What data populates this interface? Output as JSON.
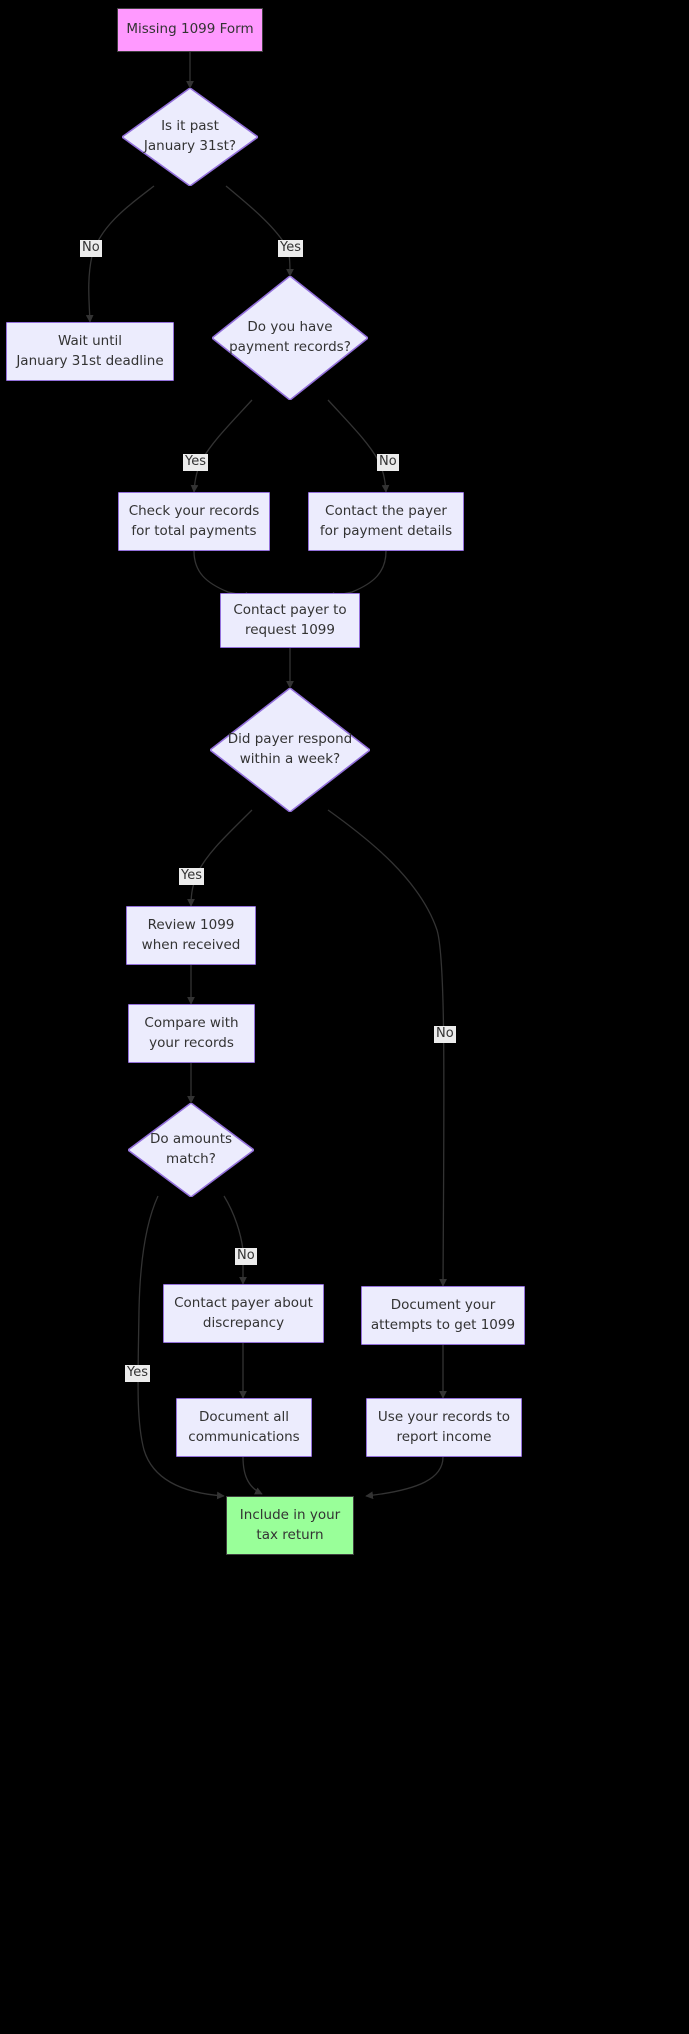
{
  "diagram": {
    "title": "Missing 1099 Form decision flowchart",
    "background": "#000000",
    "colors": {
      "start_fill": "#ff99ff",
      "end_fill": "#99ff99",
      "process_fill": "#ececfd",
      "process_stroke": "#9370db",
      "edge_stroke": "#333333",
      "edge_label_bg": "#ececec",
      "text": "#333333"
    },
    "nodes": [
      {
        "id": "start",
        "type": "start",
        "label": "Missing 1099 Form"
      },
      {
        "id": "past_jan31",
        "type": "decision",
        "label": "Is it past\nJanuary 31st?"
      },
      {
        "id": "wait",
        "type": "process",
        "label": "Wait until\nJanuary 31st deadline"
      },
      {
        "id": "have_records",
        "type": "decision",
        "label": "Do you have\npayment records?"
      },
      {
        "id": "check_records",
        "type": "process",
        "label": "Check your records\nfor total payments"
      },
      {
        "id": "contact_payer_details",
        "type": "process",
        "label": "Contact the payer\nfor payment details"
      },
      {
        "id": "request_1099",
        "type": "process",
        "label": "Contact payer to\nrequest 1099"
      },
      {
        "id": "payer_respond",
        "type": "decision",
        "label": "Did payer respond\nwithin a week?"
      },
      {
        "id": "review_1099",
        "type": "process",
        "label": "Review 1099\nwhen received"
      },
      {
        "id": "compare",
        "type": "process",
        "label": "Compare with\nyour records"
      },
      {
        "id": "amounts_match",
        "type": "decision",
        "label": "Do amounts\nmatch?"
      },
      {
        "id": "contact_discrepancy",
        "type": "process",
        "label": "Contact payer about\ndiscrepancy"
      },
      {
        "id": "document_attempts",
        "type": "process",
        "label": "Document your\nattempts to get 1099"
      },
      {
        "id": "document_comms",
        "type": "process",
        "label": "Document all\ncommunications"
      },
      {
        "id": "use_records",
        "type": "process",
        "label": "Use your records to\nreport income"
      },
      {
        "id": "include_return",
        "type": "end",
        "label": "Include in your\ntax return"
      }
    ],
    "edges": [
      {
        "from": "start",
        "to": "past_jan31",
        "label": ""
      },
      {
        "from": "past_jan31",
        "to": "wait",
        "label": "No"
      },
      {
        "from": "past_jan31",
        "to": "have_records",
        "label": "Yes"
      },
      {
        "from": "have_records",
        "to": "check_records",
        "label": "Yes"
      },
      {
        "from": "have_records",
        "to": "contact_payer_details",
        "label": "No"
      },
      {
        "from": "check_records",
        "to": "request_1099",
        "label": ""
      },
      {
        "from": "contact_payer_details",
        "to": "request_1099",
        "label": ""
      },
      {
        "from": "request_1099",
        "to": "payer_respond",
        "label": ""
      },
      {
        "from": "payer_respond",
        "to": "review_1099",
        "label": "Yes"
      },
      {
        "from": "payer_respond",
        "to": "document_attempts",
        "label": "No"
      },
      {
        "from": "review_1099",
        "to": "compare",
        "label": ""
      },
      {
        "from": "compare",
        "to": "amounts_match",
        "label": ""
      },
      {
        "from": "amounts_match",
        "to": "contact_discrepancy",
        "label": "No"
      },
      {
        "from": "amounts_match",
        "to": "include_return",
        "label": "Yes"
      },
      {
        "from": "contact_discrepancy",
        "to": "document_comms",
        "label": ""
      },
      {
        "from": "document_attempts",
        "to": "use_records",
        "label": ""
      },
      {
        "from": "document_comms",
        "to": "include_return",
        "label": ""
      },
      {
        "from": "use_records",
        "to": "include_return",
        "label": ""
      }
    ],
    "edge_labels": {
      "past_jan31_no": "No",
      "past_jan31_yes": "Yes",
      "have_records_yes": "Yes",
      "have_records_no": "No",
      "payer_respond_yes": "Yes",
      "payer_respond_no": "No",
      "amounts_match_no": "No",
      "amounts_match_yes": "Yes"
    }
  }
}
